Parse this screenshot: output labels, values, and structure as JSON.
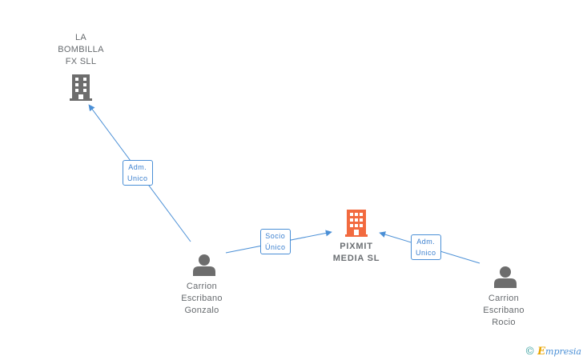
{
  "nodes": {
    "la_bombilla": {
      "lines": [
        "LA",
        "BOMBILLA",
        "FX SLL"
      ],
      "type": "company",
      "icon": "building-icon",
      "color": "#6d6d6d"
    },
    "pixmit": {
      "lines": [
        "PIXMIT",
        "MEDIA SL"
      ],
      "type": "company-main",
      "icon": "building-icon",
      "color": "#f26a3f"
    },
    "gonzalo": {
      "lines": [
        "Carrion",
        "Escribano",
        "Gonzalo"
      ],
      "type": "person",
      "icon": "person-icon",
      "color": "#6d6d6d"
    },
    "rocio": {
      "lines": [
        "Carrion",
        "Escribano",
        "Rocio"
      ],
      "type": "person",
      "icon": "person-icon",
      "color": "#6d6d6d"
    }
  },
  "edges": {
    "gonzalo_to_bombilla": {
      "lines": [
        "Adm.",
        "Unico"
      ]
    },
    "gonzalo_to_pixmit": {
      "lines": [
        "Socio",
        "Único"
      ]
    },
    "rocio_to_pixmit": {
      "lines": [
        "Adm.",
        "Unico"
      ]
    }
  },
  "colors": {
    "edge": "#4a8fd6",
    "label_text": "#3a7fcf"
  },
  "brand": {
    "copyright": "©",
    "initial": "E",
    "rest": "mpresia"
  }
}
